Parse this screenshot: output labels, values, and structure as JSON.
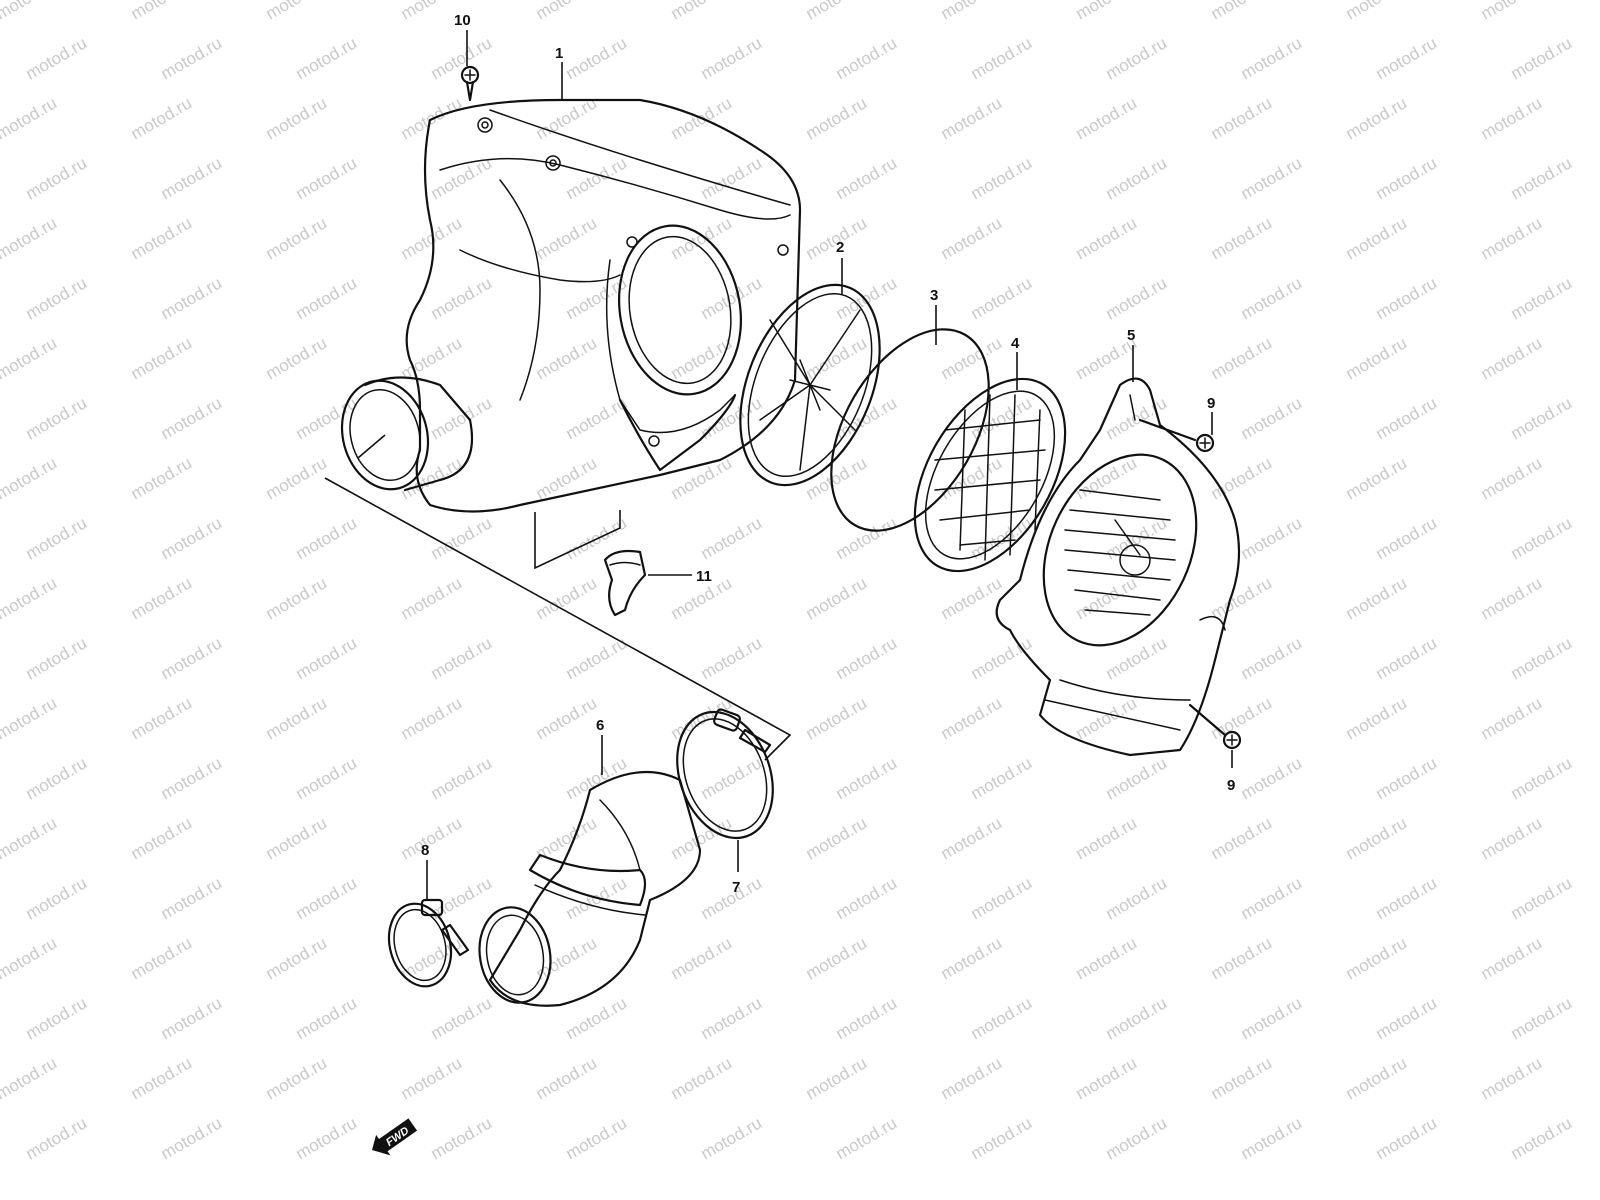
{
  "watermark": {
    "text": "motod.ru",
    "color": "#c9c9c9"
  },
  "direction_badge": {
    "text": "FWD"
  },
  "callouts": [
    {
      "id": "1",
      "label": "1"
    },
    {
      "id": "2",
      "label": "2"
    },
    {
      "id": "3",
      "label": "3"
    },
    {
      "id": "4",
      "label": "4"
    },
    {
      "id": "5",
      "label": "5"
    },
    {
      "id": "6",
      "label": "6"
    },
    {
      "id": "7",
      "label": "7"
    },
    {
      "id": "8",
      "label": "8"
    },
    {
      "id": "9a",
      "label": "9"
    },
    {
      "id": "9b",
      "label": "9"
    },
    {
      "id": "10",
      "label": "10"
    },
    {
      "id": "11",
      "label": "11"
    }
  ],
  "colors": {
    "line": "#111111",
    "background": "#ffffff"
  }
}
